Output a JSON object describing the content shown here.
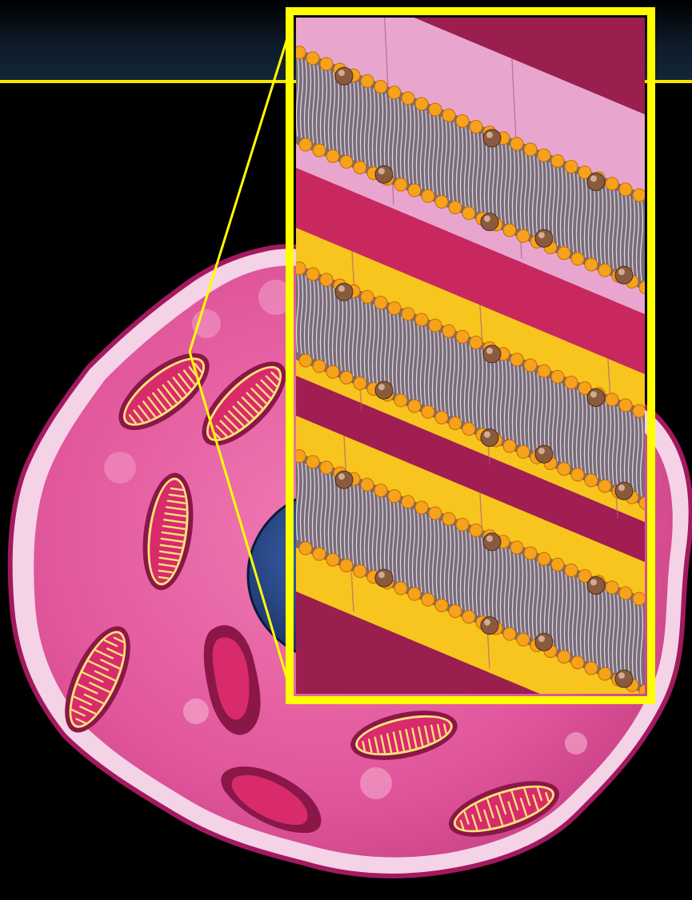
{
  "diagram": {
    "colors": {
      "background": "#000000",
      "header_band": "#0d1a2a",
      "header_rule": "#f5e400",
      "cell_body": "#e0559a",
      "cell_rim": "#f2d7e6",
      "cell_outline": "#9c0f5c",
      "mitochondrion_outer": "#8a1748",
      "mitochondrion_matrix": "#d92a6c",
      "mitochondrion_cristae": "#f7e27a",
      "nucleus": "#1d3b7a",
      "zoom_frame": "#ffff00",
      "zoom_lines": "#ffff00",
      "phospholipid_head": "#f7a21b",
      "phospholipid_tail": "#d9d9d9",
      "cholesterol": "#8a5a3f",
      "tissue_pink": "#e8a6cf",
      "tissue_yellow": "#f7c51e",
      "tissue_dark": "#9a1f4e"
    },
    "elements": [
      "header-band",
      "cell",
      "mitochondria",
      "nucleus",
      "zoom-callout",
      "lipid-bilayer-membranes"
    ]
  }
}
